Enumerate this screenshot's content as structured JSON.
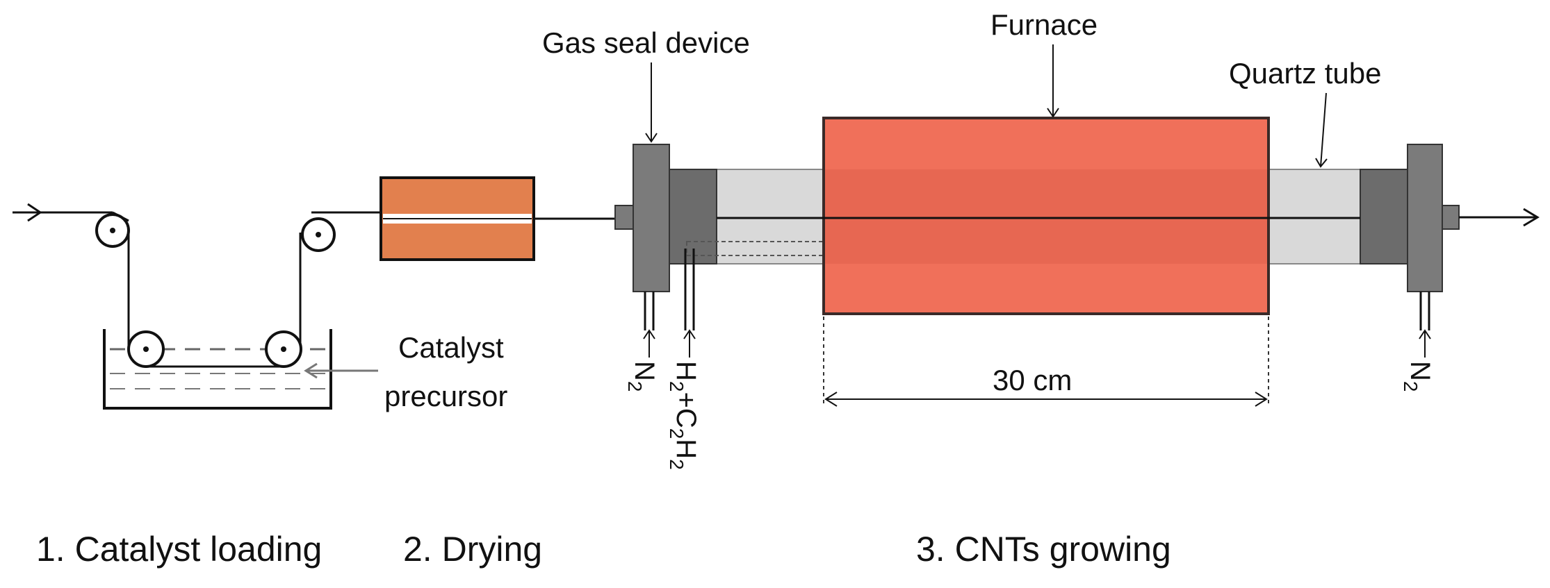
{
  "labels": {
    "gas_seal_device": "Gas seal device",
    "furnace": "Furnace",
    "quartz_tube": "Quartz tube",
    "catalyst_precursor_line1": "Catalyst",
    "catalyst_precursor_line2": "precursor",
    "dimension": "30 cm"
  },
  "gas_inlets": {
    "left_n2": {
      "main": "N",
      "sub": "2"
    },
    "process_gas": {
      "h": "H",
      "h_sub": "2",
      "plus": "+C",
      "c_sub": "2",
      "h2": "H",
      "h2_sub": "2"
    },
    "right_n2": {
      "main": "N",
      "sub": "2"
    }
  },
  "stages": {
    "stage1": "1. Catalyst loading",
    "stage2": "2. Drying",
    "stage3": "3. CNTs growing"
  },
  "colors": {
    "furnace_fill": "#F0705A",
    "furnace_stroke": "#3a2a28",
    "dryer_fill": "#E2804E",
    "seal_fill": "#7b7b7b",
    "seal_dark": "#666666",
    "quartz_fill": "#d9d9d9",
    "line": "#111111"
  }
}
